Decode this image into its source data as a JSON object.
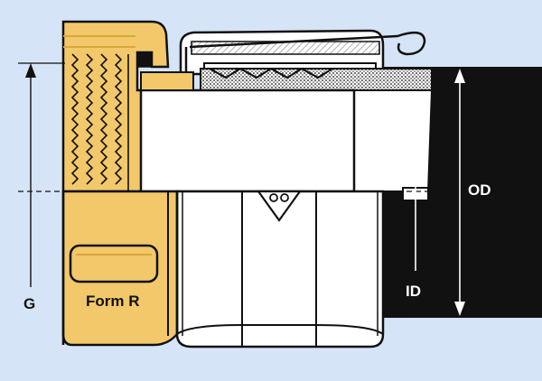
{
  "diagram": {
    "labels": {
      "g": "G",
      "form": "Form R",
      "id": "ID",
      "od": "OD"
    },
    "colors": {
      "background": "#d6e4f7",
      "brass": "#f2c86a",
      "brass_shade": "#d9a73e",
      "hose": "#111111",
      "outline": "#111111",
      "ferrule": "#ffffff",
      "ferrule_hatch": "#c8c8c8"
    },
    "icons": [
      "wave-diamond-logo-icon"
    ]
  }
}
